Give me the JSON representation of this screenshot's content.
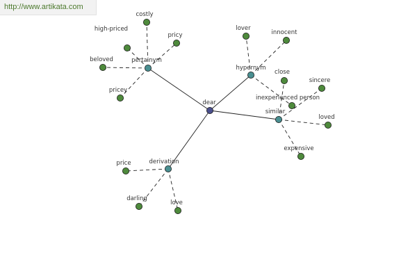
{
  "site": {
    "url": "http://www.artikata.com"
  },
  "colors": {
    "center": "#4a4f8c",
    "relation": "#4a8f91",
    "leaf": "#4e8a3c",
    "edge": "#222222"
  },
  "graph": {
    "center": {
      "id": "dear",
      "label": "dear"
    },
    "relations": [
      {
        "id": "pertainym",
        "label": "pertainym",
        "leaves": [
          {
            "id": "costly",
            "label": "costly"
          },
          {
            "id": "high-priced",
            "label": "high-priced"
          },
          {
            "id": "pricy",
            "label": "pricy"
          },
          {
            "id": "beloved",
            "label": "beloved"
          },
          {
            "id": "pricey",
            "label": "pricey"
          }
        ]
      },
      {
        "id": "hypernym",
        "label": "hypernym",
        "leaves": [
          {
            "id": "lover",
            "label": "lover"
          },
          {
            "id": "innocent",
            "label": "innocent"
          },
          {
            "id": "inexperienced-person",
            "label": "inexperienced person"
          }
        ]
      },
      {
        "id": "similar",
        "label": "similar",
        "leaves": [
          {
            "id": "close",
            "label": "close"
          },
          {
            "id": "sincere",
            "label": "sincere"
          },
          {
            "id": "loved",
            "label": "loved"
          },
          {
            "id": "expensive",
            "label": "expensive"
          }
        ]
      },
      {
        "id": "derivation",
        "label": "derivation",
        "leaves": [
          {
            "id": "price",
            "label": "price"
          },
          {
            "id": "darling",
            "label": "darling"
          },
          {
            "id": "love",
            "label": "love"
          }
        ]
      }
    ]
  }
}
